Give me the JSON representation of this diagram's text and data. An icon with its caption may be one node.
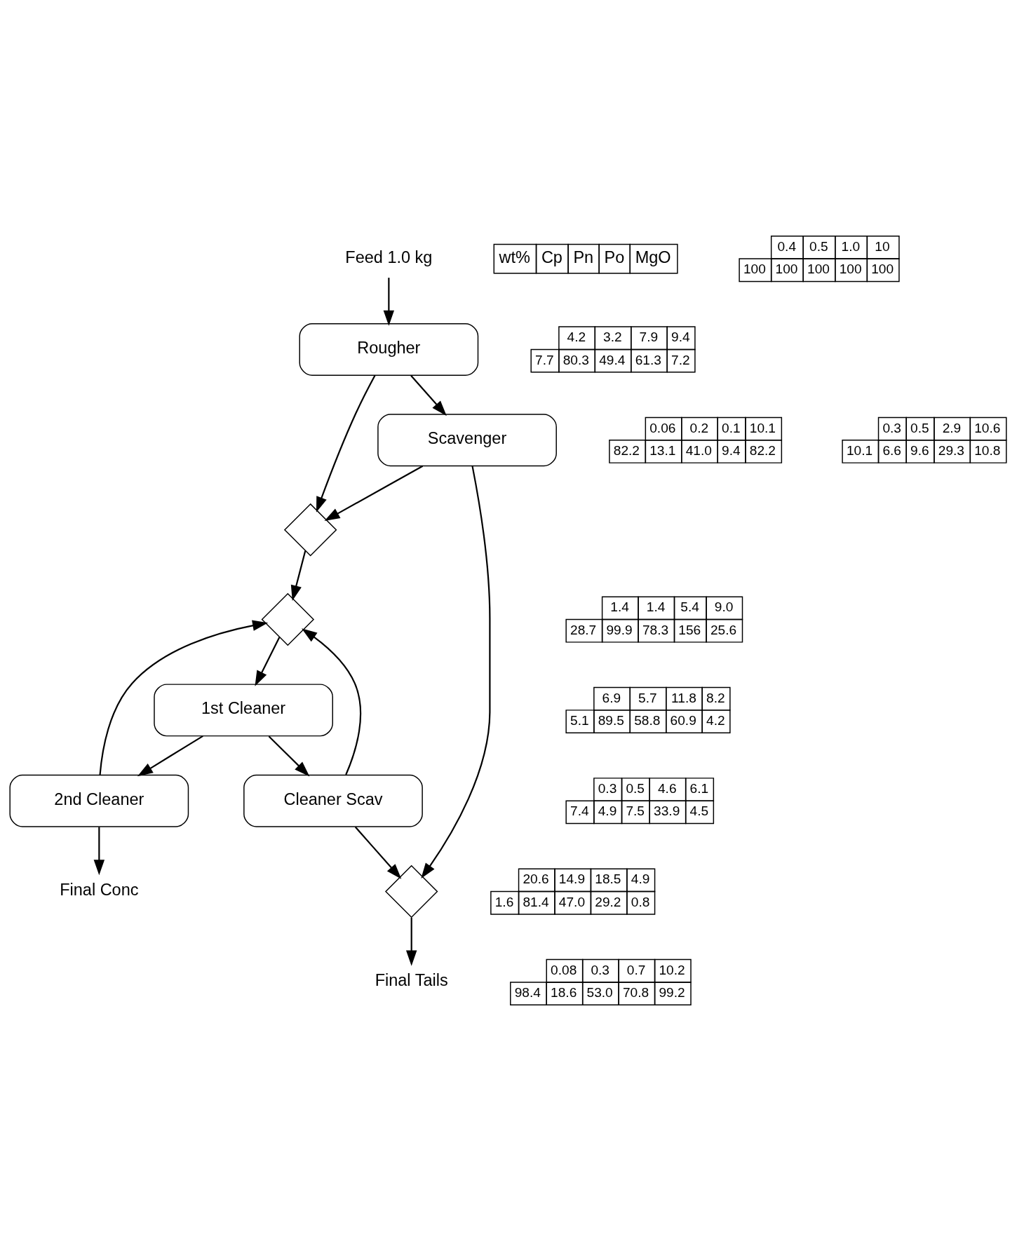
{
  "diagram": {
    "nodes": [
      {
        "text": [
          "Feed 1.0 kg"
        ]
      },
      {
        "text": [
          "Rougher"
        ]
      },
      {
        "text": [
          "Scavenger"
        ]
      },
      {
        "text": [],
        "shape": "diamond"
      },
      {
        "text": [],
        "shape": "diamond"
      },
      {
        "text": [],
        "shape": "diamond"
      },
      {
        "text": [
          "1st Cleaner"
        ]
      },
      {
        "text": [
          "Cleaner Scav"
        ]
      },
      {
        "text": [
          "2nd Cleaner"
        ]
      },
      {
        "text": [
          "Final Conc"
        ]
      },
      {
        "text": [
          "Final Tails"
        ]
      }
    ],
    "edges": [
      {
        "from": 0,
        "to": 1,
        "arrow": "to"
      },
      {
        "from": 1,
        "to": 2,
        "arrow": "to"
      },
      {
        "from": 1,
        "to": 3,
        "arrow": "to"
      },
      {
        "from": 2,
        "to": 3,
        "arrow": "to"
      },
      {
        "from": 2,
        "to": 4,
        "arrow": "to"
      },
      {
        "from": 3,
        "to": 5,
        "arrow": "to"
      },
      {
        "from": 5,
        "to": 6,
        "arrow": "to"
      },
      {
        "from": 6,
        "to": 7,
        "arrow": "to"
      },
      {
        "from": 6,
        "to": 8,
        "arrow": "to"
      },
      {
        "from": 8,
        "to": 5,
        "arrow": "to"
      },
      {
        "from": 7,
        "to": 5,
        "arrow": "to"
      },
      {
        "from": 7,
        "to": 4,
        "arrow": "to"
      },
      {
        "from": 8,
        "to": 9,
        "arrow": "to"
      },
      {
        "from": 4,
        "to": 10,
        "arrow": "to"
      }
    ],
    "labels": [
      "wt%",
      "Cp",
      "Pn",
      "Po",
      "MgO",
      "0.4",
      "0.5",
      "1.0",
      "10",
      "100",
      "100",
      "100",
      "100",
      "100",
      "0.06",
      "0.2",
      "0.1",
      "10.1",
      "82.2",
      "13.1",
      "41.0",
      "9.4",
      "82.2",
      "4.2",
      "3.2",
      "7.9",
      "9.4",
      "7.7",
      "80.3",
      "49.4",
      "61.3",
      "7.2",
      "0.3",
      "0.5",
      "2.9",
      "10.6",
      "10.1",
      "6.6",
      "9.6",
      "29.3",
      "10.8",
      "0.3",
      "0.5",
      "4.6",
      "6.1",
      "7.4",
      "4.9",
      "7.5",
      "33.9",
      "4.5",
      "1.4",
      "1.4",
      "5.4",
      "9.0",
      "28.7",
      "99.9",
      "78.3",
      "156",
      "25.6",
      "6.9",
      "5.7",
      "11.8",
      "8.2",
      "5.1",
      "89.5",
      "58.8",
      "60.9",
      "4.2",
      "20.6",
      "14.9",
      "18.5",
      "4.9",
      "1.6",
      "81.4",
      "47.0",
      "29.2",
      "0.8",
      "0.08",
      "0.3",
      "0.7",
      "10.2",
      "98.4",
      "18.6",
      "53.0",
      "70.8",
      "99.2"
    ]
  }
}
